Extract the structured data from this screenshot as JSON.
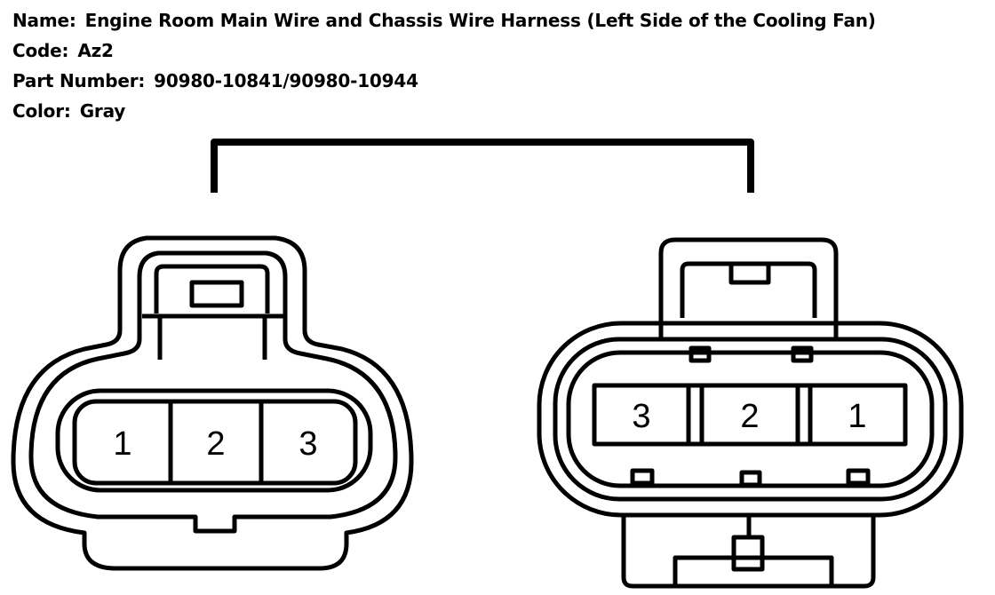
{
  "info": {
    "name_label": "Name:",
    "name_value": "Engine Room Main Wire and Chassis Wire Harness (Left Side of the Cooling Fan)",
    "code_label": "Code:",
    "code_value": "Az2",
    "part_label": "Part Number:",
    "part_value": "90980-10841/90980-10944",
    "color_label": "Color:",
    "color_value": "Gray"
  },
  "connectors": {
    "left": {
      "pins": [
        "1",
        "2",
        "3"
      ]
    },
    "right": {
      "pins": [
        "3",
        "2",
        "1"
      ]
    }
  }
}
